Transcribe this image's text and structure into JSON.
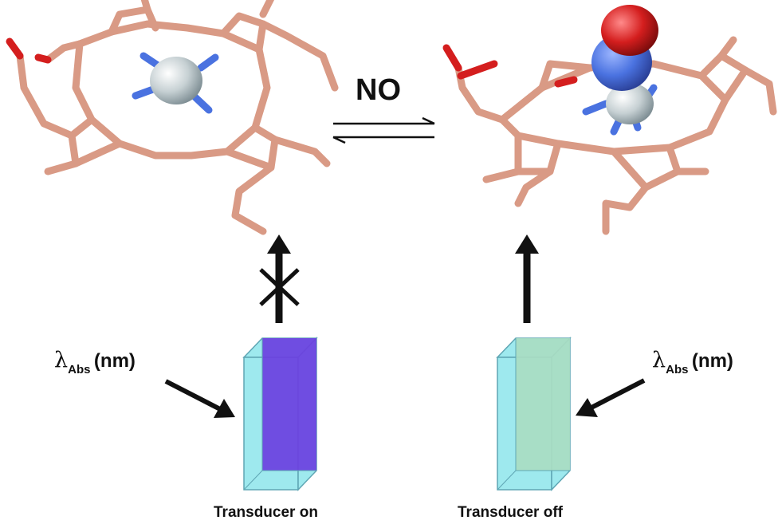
{
  "reaction": {
    "label": "NO"
  },
  "left_panel": {
    "wavelength": {
      "symbol": "λ",
      "subscript": "Abs",
      "unit": "(nm)"
    },
    "caption": "Transducer on",
    "cuvette_fill": "#6b3fe0",
    "arrow_blocked": true
  },
  "right_panel": {
    "wavelength": {
      "symbol": "λ",
      "subscript": "Abs",
      "unit": "(nm)"
    },
    "caption": "Transducer off",
    "cuvette_fill": "#a9dcc2",
    "arrow_blocked": false
  },
  "colors": {
    "carbon": "#d99a85",
    "nitrogen": "#4a72e0",
    "oxygen": "#d41e1e",
    "metal": "#c9d2d4",
    "glass": "#9ee9ee"
  }
}
